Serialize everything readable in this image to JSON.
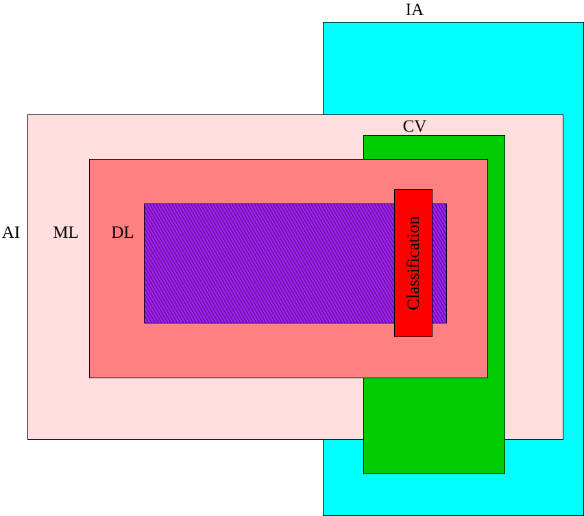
{
  "diagram": {
    "regions": [
      {
        "id": "ia",
        "label": "IA",
        "color": "#00ffff"
      },
      {
        "id": "ai",
        "label": "AI",
        "color": "#ffdede"
      },
      {
        "id": "cv",
        "label": "CV",
        "color": "#00cc00"
      },
      {
        "id": "ml",
        "label": "ML",
        "color": "#ff8080"
      },
      {
        "id": "dl",
        "label": "DL",
        "color": "#a020f0",
        "pattern": "diagonal-hatch"
      },
      {
        "id": "classification",
        "label": "Classification",
        "color": "#ff0000"
      }
    ]
  }
}
